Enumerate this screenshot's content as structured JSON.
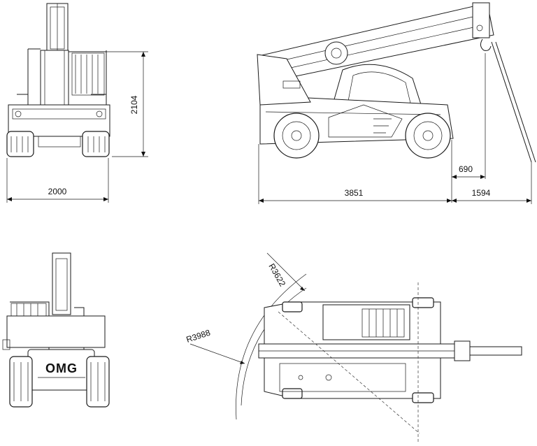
{
  "views": {
    "front": {
      "width_label": "2000",
      "height_label": "2104"
    },
    "side": {
      "wheelbase_label": "3851",
      "overhang_label": "1594",
      "hook_offset_label": "690"
    },
    "rear": {
      "brand_logo": "OMG"
    },
    "top": {
      "radius_inner_label": "R3622",
      "radius_outer_label": "R3988"
    }
  }
}
